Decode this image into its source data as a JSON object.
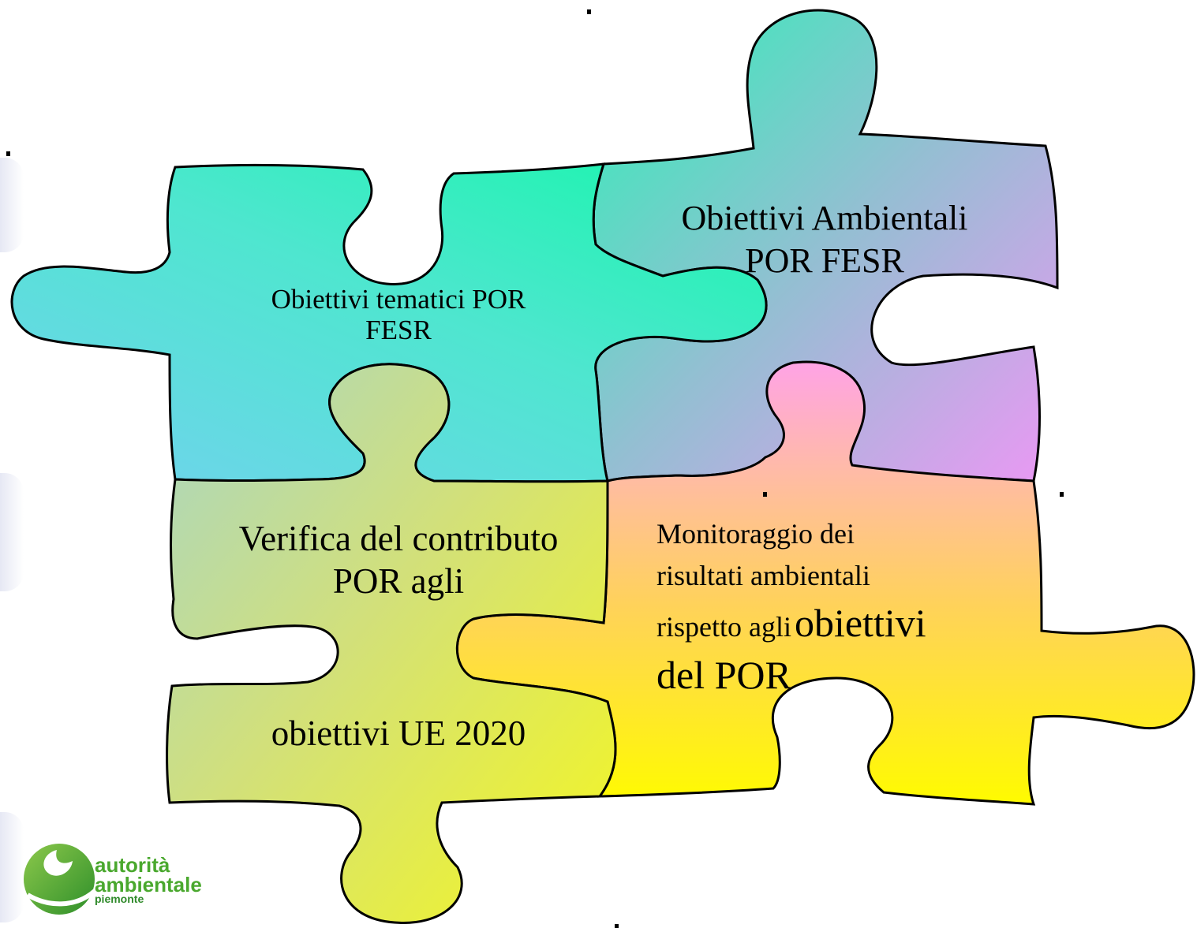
{
  "pieces": {
    "top_left_text": "Obiettivi tematici POR FESR",
    "top_right_line1": "Obiettivi Ambientali",
    "top_right_line2": "POR FESR",
    "bottom_left_line1": "Verifica del contributo",
    "bottom_left_line2": "POR agli",
    "bottom_left_line3": "obiettivi UE 2020",
    "bottom_right_line1": "Monitoraggio dei",
    "bottom_right_line2": "risultati ambientali",
    "bottom_right_line3a": "rispetto agli",
    "bottom_right_line3b": "obiettivi",
    "bottom_right_line4": "del POR"
  },
  "logo": {
    "line1": "autorità",
    "line2": "ambientale",
    "line3": "piemonte"
  },
  "colors": {
    "logo_green": "#4aa82e",
    "piece_cyan": "#17f5b0",
    "piece_blue": "#6fd3ef",
    "piece_lilac": "#e89cf2",
    "piece_pink": "#ff99ee",
    "piece_yellow": "#fffa00"
  }
}
